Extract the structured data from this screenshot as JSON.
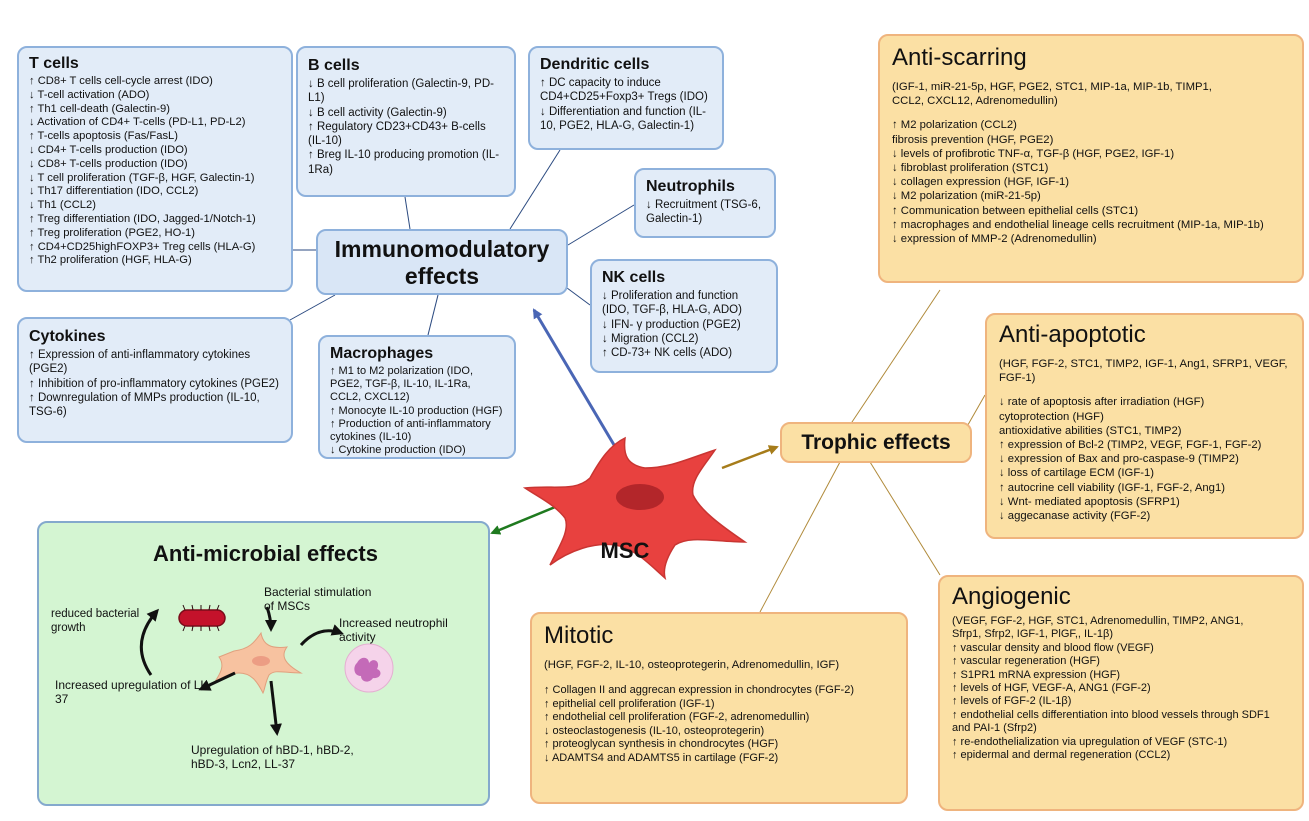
{
  "center": {
    "label": "MSC"
  },
  "immunomodulatory": {
    "line1": "Immunomodulatory",
    "line2": "effects"
  },
  "trophic": {
    "label": "Trophic effects"
  },
  "t_cells": {
    "title": "T cells",
    "items": "↑ CD8+ T cells cell-cycle arrest (IDO)\n↓ T-cell activation (ADO)\n↑ Th1 cell-death (Galectin-9)\n↓ Activation of CD4+ T-cells (PD-L1, PD-L2)\n↑ T-cells apoptosis (Fas/FasL)\n↓ CD4+ T-cells production (IDO)\n↓ CD8+ T-cells  production (IDO)\n↓ T cell proliferation (TGF-β, HGF, Galectin-1)\n↓ Th17 differentiation (IDO, CCL2)\n↓ Th1 (CCL2)\n↑ Treg differentiation (IDO, Jagged-1/Notch-1)\n↑ Treg proliferation (PGE2, HO-1)\n↑ CD4+CD25highFOXP3+ Treg cells (HLA-G)\n↑ Th2 proliferation  (HGF, HLA-G)"
  },
  "b_cells": {
    "title": "B cells",
    "items": "↓ B cell proliferation (Galectin-9, PD-L1)\n↓ B cell activity (Galectin-9)\n↑ Regulatory CD23+CD43+ B-cells (IL-10)\n↑ Breg IL-10 producing promotion (IL-1Ra)"
  },
  "dendritic": {
    "title": "Dendritic cells",
    "items": "↑ DC capacity to induce CD4+CD25+Foxp3+ Tregs (IDO)\n↓ Differentiation and function (IL-10, PGE2, HLA-G, Galectin-1)"
  },
  "neutrophils": {
    "title": "Neutrophils",
    "items": "↓ Recruitment (TSG-6, Galectin-1)"
  },
  "nk_cells": {
    "title": "NK cells",
    "items": "↓ Proliferation and function (IDO, TGF-β, HLA-G, ADO)\n↓ IFN- γ production (PGE2)\n↓ Migration (CCL2)\n↑ CD-73+ NK cells (ADO)"
  },
  "cytokines": {
    "title": "Cytokines",
    "items": "↑ Expression of anti-inflammatory cytokines (PGE2)\n↑ Inhibition of pro-inflammatory cytokines (PGE2)\n↑ Downregulation of MMPs production (IL-10, TSG-6)"
  },
  "macrophages": {
    "title": "Macrophages",
    "items": "↑ M1 to M2 polarization (IDO, PGE2, TGF-β, IL-10, IL-1Ra, CCL2, CXCL12)\n↑ Monocyte IL-10 production (HGF)\n↑ Production of anti-inflammatory cytokines (IL-10)\n↓ Cytokine production (IDO)"
  },
  "anti_microbial": {
    "title": "Anti-microbial effects",
    "bacterial_stim": "Bacterial stimulation of MSCs",
    "neutrophil": "Increased neutrophil activity",
    "reduced": "reduced bacterial growth",
    "ll37": "Increased upregulation of LL-37",
    "hbd": "Upregulation of hBD-1, hBD-2, hBD-3, Lcn2, LL-37"
  },
  "anti_scarring": {
    "title": "Anti-scarring",
    "factors": "(IGF-1, miR-21-5p, HGF, PGE2, STC1, MIP-1a, MIP-1b, TIMP1, CCL2, CXCL12, Adrenomedullin)",
    "items": "↑ M2 polarization (CCL2)\nfibrosis prevention  (HGF, PGE2)\n↓ levels of profibrotic TNF-α, TGF-β  (HGF, PGE2, IGF-1)\n↓ fibroblast proliferation (STC1)\n↓ collagen expression (HGF, IGF-1)\n↓  M2 polarization (miR-21-5p)\n↑ Communication between epithelial cells (STC1)\n↑ macrophages and endothelial lineage cells recruitment (MIP-1a, MIP-1b)\n↓ expression of MMP-2 (Adrenomedullin)"
  },
  "anti_apoptotic": {
    "title": "Anti-apoptotic",
    "factors": "(HGF, FGF-2, STC1, TIMP2, IGF-1, Ang1, SFRP1, VEGF, FGF-1)",
    "items": "↓ rate of apoptosis after irradiation (HGF)\n    cytoprotection (HGF)\n    antioxidative abilities (STC1, TIMP2)\n↑ expression of Bcl-2 (TIMP2, VEGF, FGF-1, FGF-2)\n↓ expression of Bax and pro-caspase-9 (TIMP2)\n↓ loss of cartilage ECM (IGF-1)\n↑ autocrine cell viability (IGF-1, FGF-2, Ang1)\n↓ Wnt- mediated apoptosis (SFRP1)\n↓ aggecanase activity (FGF-2)"
  },
  "mitotic": {
    "title": "Mitotic",
    "factors": "(HGF, FGF-2, IL-10, osteoprotegerin, Adrenomedullin, IGF)",
    "items": "↑ Collagen II and aggrecan expression in chondrocytes (FGF-2)\n↑ epithelial cell proliferation (IGF-1)\n↑ endothelial cell proliferation (FGF-2, adrenomedullin)\n↓ osteoclastogenesis (IL-10, osteoprotegerin)\n↑ proteoglycan synthesis in chondrocytes (HGF)\n↓ ADAMTS4 and ADAMTS5 in cartilage (FGF-2)"
  },
  "angiogenic": {
    "title": "Angiogenic",
    "factors": "(VEGF, FGF-2, HGF, STC1, Adrenomedullin, TIMP2, ANG1, Sfrp1, Sfrp2, IGF-1, PlGF,, IL-1β)",
    "items": "↑ vascular density and blood flow (VEGF)\n↑ vascular regeneration (HGF)\n↑ S1PR1 mRNA expression (HGF)\n↑ levels of HGF, VEGF-A, ANG1 (FGF-2)\n↑ levels of FGF-2 (IL-1β)\n↑ endothelial cells differentiation into blood vessels through SDF1 and PAI-1 (Sfrp2)\n↑ re-endothelialization via upregulation of VEGF (STC-1)\n↑ epidermal and dermal regeneration (CCL2)"
  },
  "colors": {
    "blue_arrow": "#4a66b5",
    "green_arrow": "#1f7a1f",
    "gold_arrow": "#a67c1a",
    "cell": "#e8413f",
    "nucleus": "#b3262a"
  }
}
